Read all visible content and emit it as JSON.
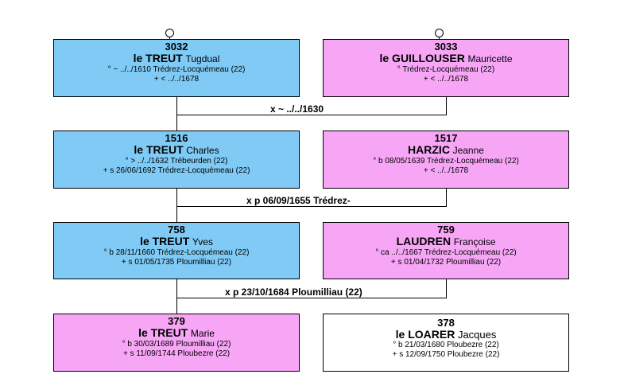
{
  "persons": [
    {
      "num": "3032",
      "surname": "le TREUT",
      "given": "Tugdual",
      "birth": "° ~ ../../1610 Trédrez-Locquémeau (22)",
      "death": "+ < ../../1678"
    },
    {
      "num": "3033",
      "surname": "le GUILLOUSER",
      "given": "Mauricette",
      "birth": "° Trédrez-Locquémeau (22)",
      "death": "+ < ../../1678"
    },
    {
      "num": "1516",
      "surname": "le TREUT",
      "given": "Charles",
      "birth": "° > ../../1632 Trébeurden (22)",
      "death": "+ s 26/06/1692 Trédrez-Locquémeau (22)"
    },
    {
      "num": "1517",
      "surname": "HARZIC",
      "given": "Jeanne",
      "birth": "° b 08/05/1639 Trédrez-Locquémeau (22)",
      "death": "+ < ../../1678"
    },
    {
      "num": "758",
      "surname": "le TREUT",
      "given": "Yves",
      "birth": "° b 28/11/1660 Trédrez-Locquémeau (22)",
      "death": "+ s 01/05/1735 Ploumilliau (22)"
    },
    {
      "num": "759",
      "surname": "LAUDREN",
      "given": "Françoise",
      "birth": "° ca ../../1667 Trédrez-Locquémeau (22)",
      "death": "+ s 01/04/1732 Ploumilliau (22)"
    },
    {
      "num": "379",
      "surname": "le TREUT",
      "given": "Marie",
      "birth": "° b 30/03/1689 Ploumilliau (22)",
      "death": "+ s 11/09/1744 Ploubezre (22)"
    },
    {
      "num": "378",
      "surname": "le LOARER",
      "given": "Jacques",
      "birth": "° b 21/03/1680 Ploubezre (22)",
      "death": "+ s 12/09/1750 Ploubezre (22)"
    }
  ],
  "unions": [
    {
      "label": "x ~ ../../1630"
    },
    {
      "label": "x p 06/09/1655 Trédrez-"
    },
    {
      "label": "x p 23/10/1684 Ploumilliau (22)"
    }
  ]
}
